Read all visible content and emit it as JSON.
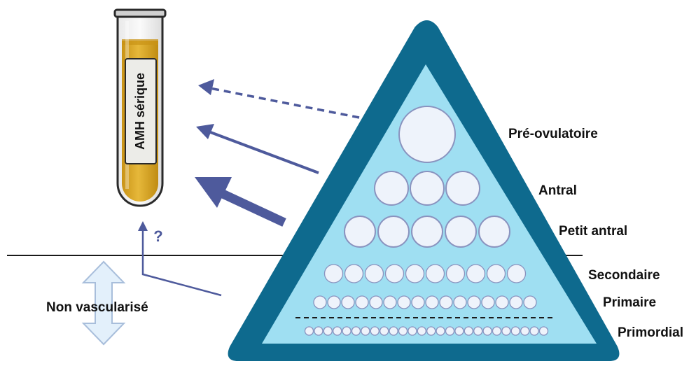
{
  "tube": {
    "label": "AMH sérique"
  },
  "question_mark": "?",
  "left_label": "Non vascularisé",
  "stages": [
    {
      "key": "preovulatory",
      "label": "Pré-ovulatoire",
      "follicles": 1
    },
    {
      "key": "antral",
      "label": "Antral",
      "follicles": 3
    },
    {
      "key": "small-antral",
      "label": "Petit antral",
      "follicles": 5
    },
    {
      "key": "secondary",
      "label": "Secondaire",
      "follicles": 10
    },
    {
      "key": "primary",
      "label": "Primaire",
      "follicles": 16
    },
    {
      "key": "primordial",
      "label": "Primordial",
      "follicles": 26
    }
  ],
  "colors": {
    "pyramid_border": "#0e6a8e",
    "pyramid_fill": "#9fdff2",
    "follicle_fill": "#eef3fb",
    "follicle_stroke": "#8a93bf",
    "arrow": "#4e5a9c",
    "tube_liquid": "#dcab2c",
    "double_arrow_fill": "#e3f0fb",
    "double_arrow_stroke": "#a8bedb"
  }
}
